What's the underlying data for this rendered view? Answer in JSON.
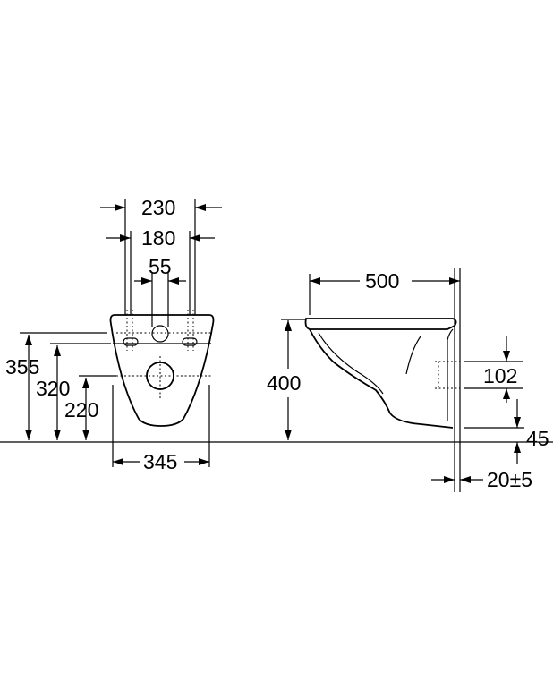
{
  "diagram": {
    "front_view": {
      "widths": {
        "outer": "230",
        "bolt_spacing": "180",
        "outlet_diameter": "55",
        "base_width": "345"
      },
      "heights": {
        "top": "355",
        "bolt_height": "320",
        "outlet_height": "220"
      }
    },
    "side_view": {
      "depth": "500",
      "height": "400",
      "outlet_height": "102",
      "floor_clearance": "45",
      "wall_gap": "20±5"
    }
  }
}
